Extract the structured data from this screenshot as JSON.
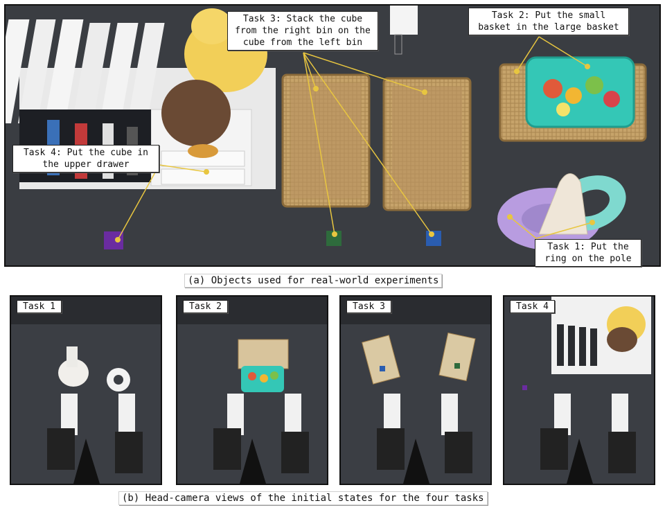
{
  "figure": {
    "caption_a": "(a) Objects used for real-world experiments",
    "caption_b": "(b) Head-camera views of the initial states for the four tasks"
  },
  "callouts": {
    "task1": "Task 1: Put the\nring on the pole",
    "task2": "Task 2: Put the small\nbasket in the large basket",
    "task3": "Task 3: Stack the cube\nfrom the right bin on the\ncube from the left bin",
    "task4": "Task 4: Put the cube in\nthe upper drawer"
  },
  "panels": [
    {
      "label": "Task 1"
    },
    {
      "label": "Task 2"
    },
    {
      "label": "Task 3"
    },
    {
      "label": "Task 4"
    }
  ],
  "colors": {
    "callout_line": "#e8c640",
    "table": "#3a3d42",
    "wicker": "#c9a96e",
    "teal_basket": "#34c7b6",
    "purple_ring": "#b89ce0",
    "purple_cube": "#6a2ca0",
    "green_cube": "#2e6b3c",
    "blue_cube": "#2a5db0"
  }
}
